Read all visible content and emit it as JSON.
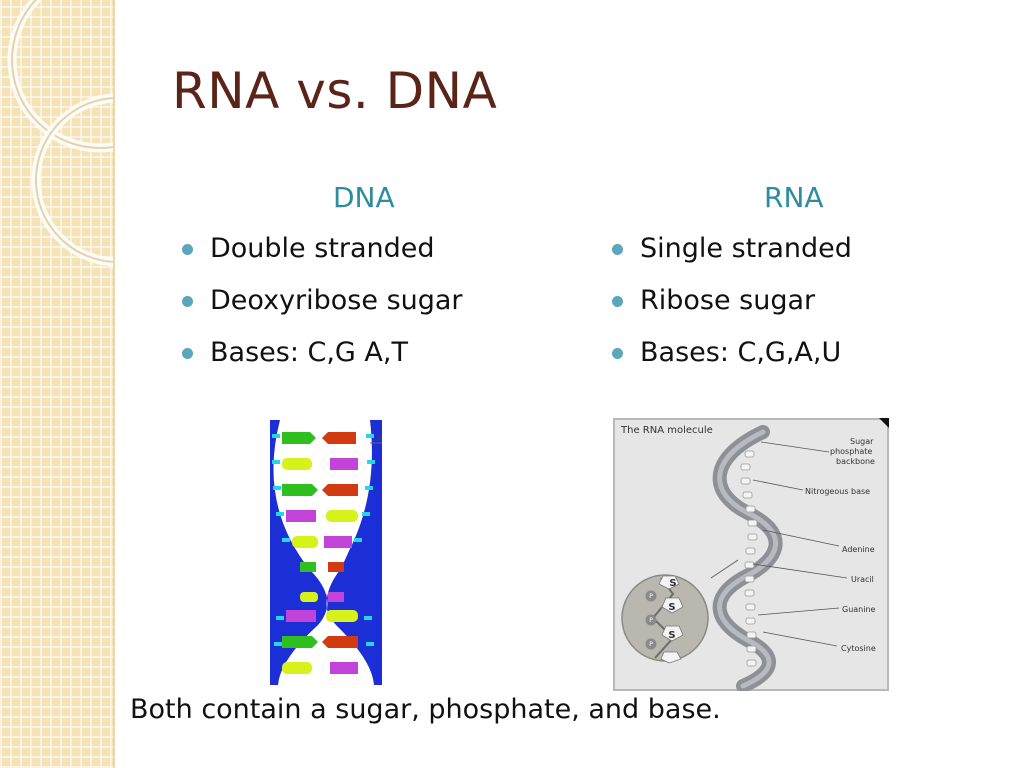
{
  "slide": {
    "title": "RNA vs. DNA",
    "columns": [
      {
        "heading": "DNA",
        "bullets": [
          "Double stranded",
          "Deoxyribose sugar",
          "Bases: C,G A,T"
        ]
      },
      {
        "heading": "RNA",
        "bullets": [
          "Single stranded",
          "Ribose sugar",
          "Bases: C,G,A,U"
        ]
      }
    ],
    "footer": "Both contain a sugar, phosphate, and base."
  },
  "dna_figure": {
    "label": "o"
  },
  "rna_figure": {
    "title": "The RNA molecule",
    "labels": {
      "backbone_1": "Sugar",
      "backbone_2": "phosphate",
      "backbone_3": "backbone",
      "nitrogeous": "Nitrogeous base",
      "adenine": "Adenine",
      "uracil": "Uracil",
      "guanine": "Guanine",
      "cytosine": "Cytosine"
    },
    "inset_letters": {
      "sugar": "S",
      "phosphate": "P"
    }
  },
  "colors": {
    "title": "#5a2418",
    "heading": "#2e8ca0",
    "bullet": "#5aa6bd",
    "band": "#f4e3b6",
    "dna_backbone": "#1c2fd6",
    "dna_green": "#2fbf1f",
    "dna_yellow": "#d6f21a",
    "dna_purple": "#c243d8",
    "dna_red": "#d23a12"
  }
}
